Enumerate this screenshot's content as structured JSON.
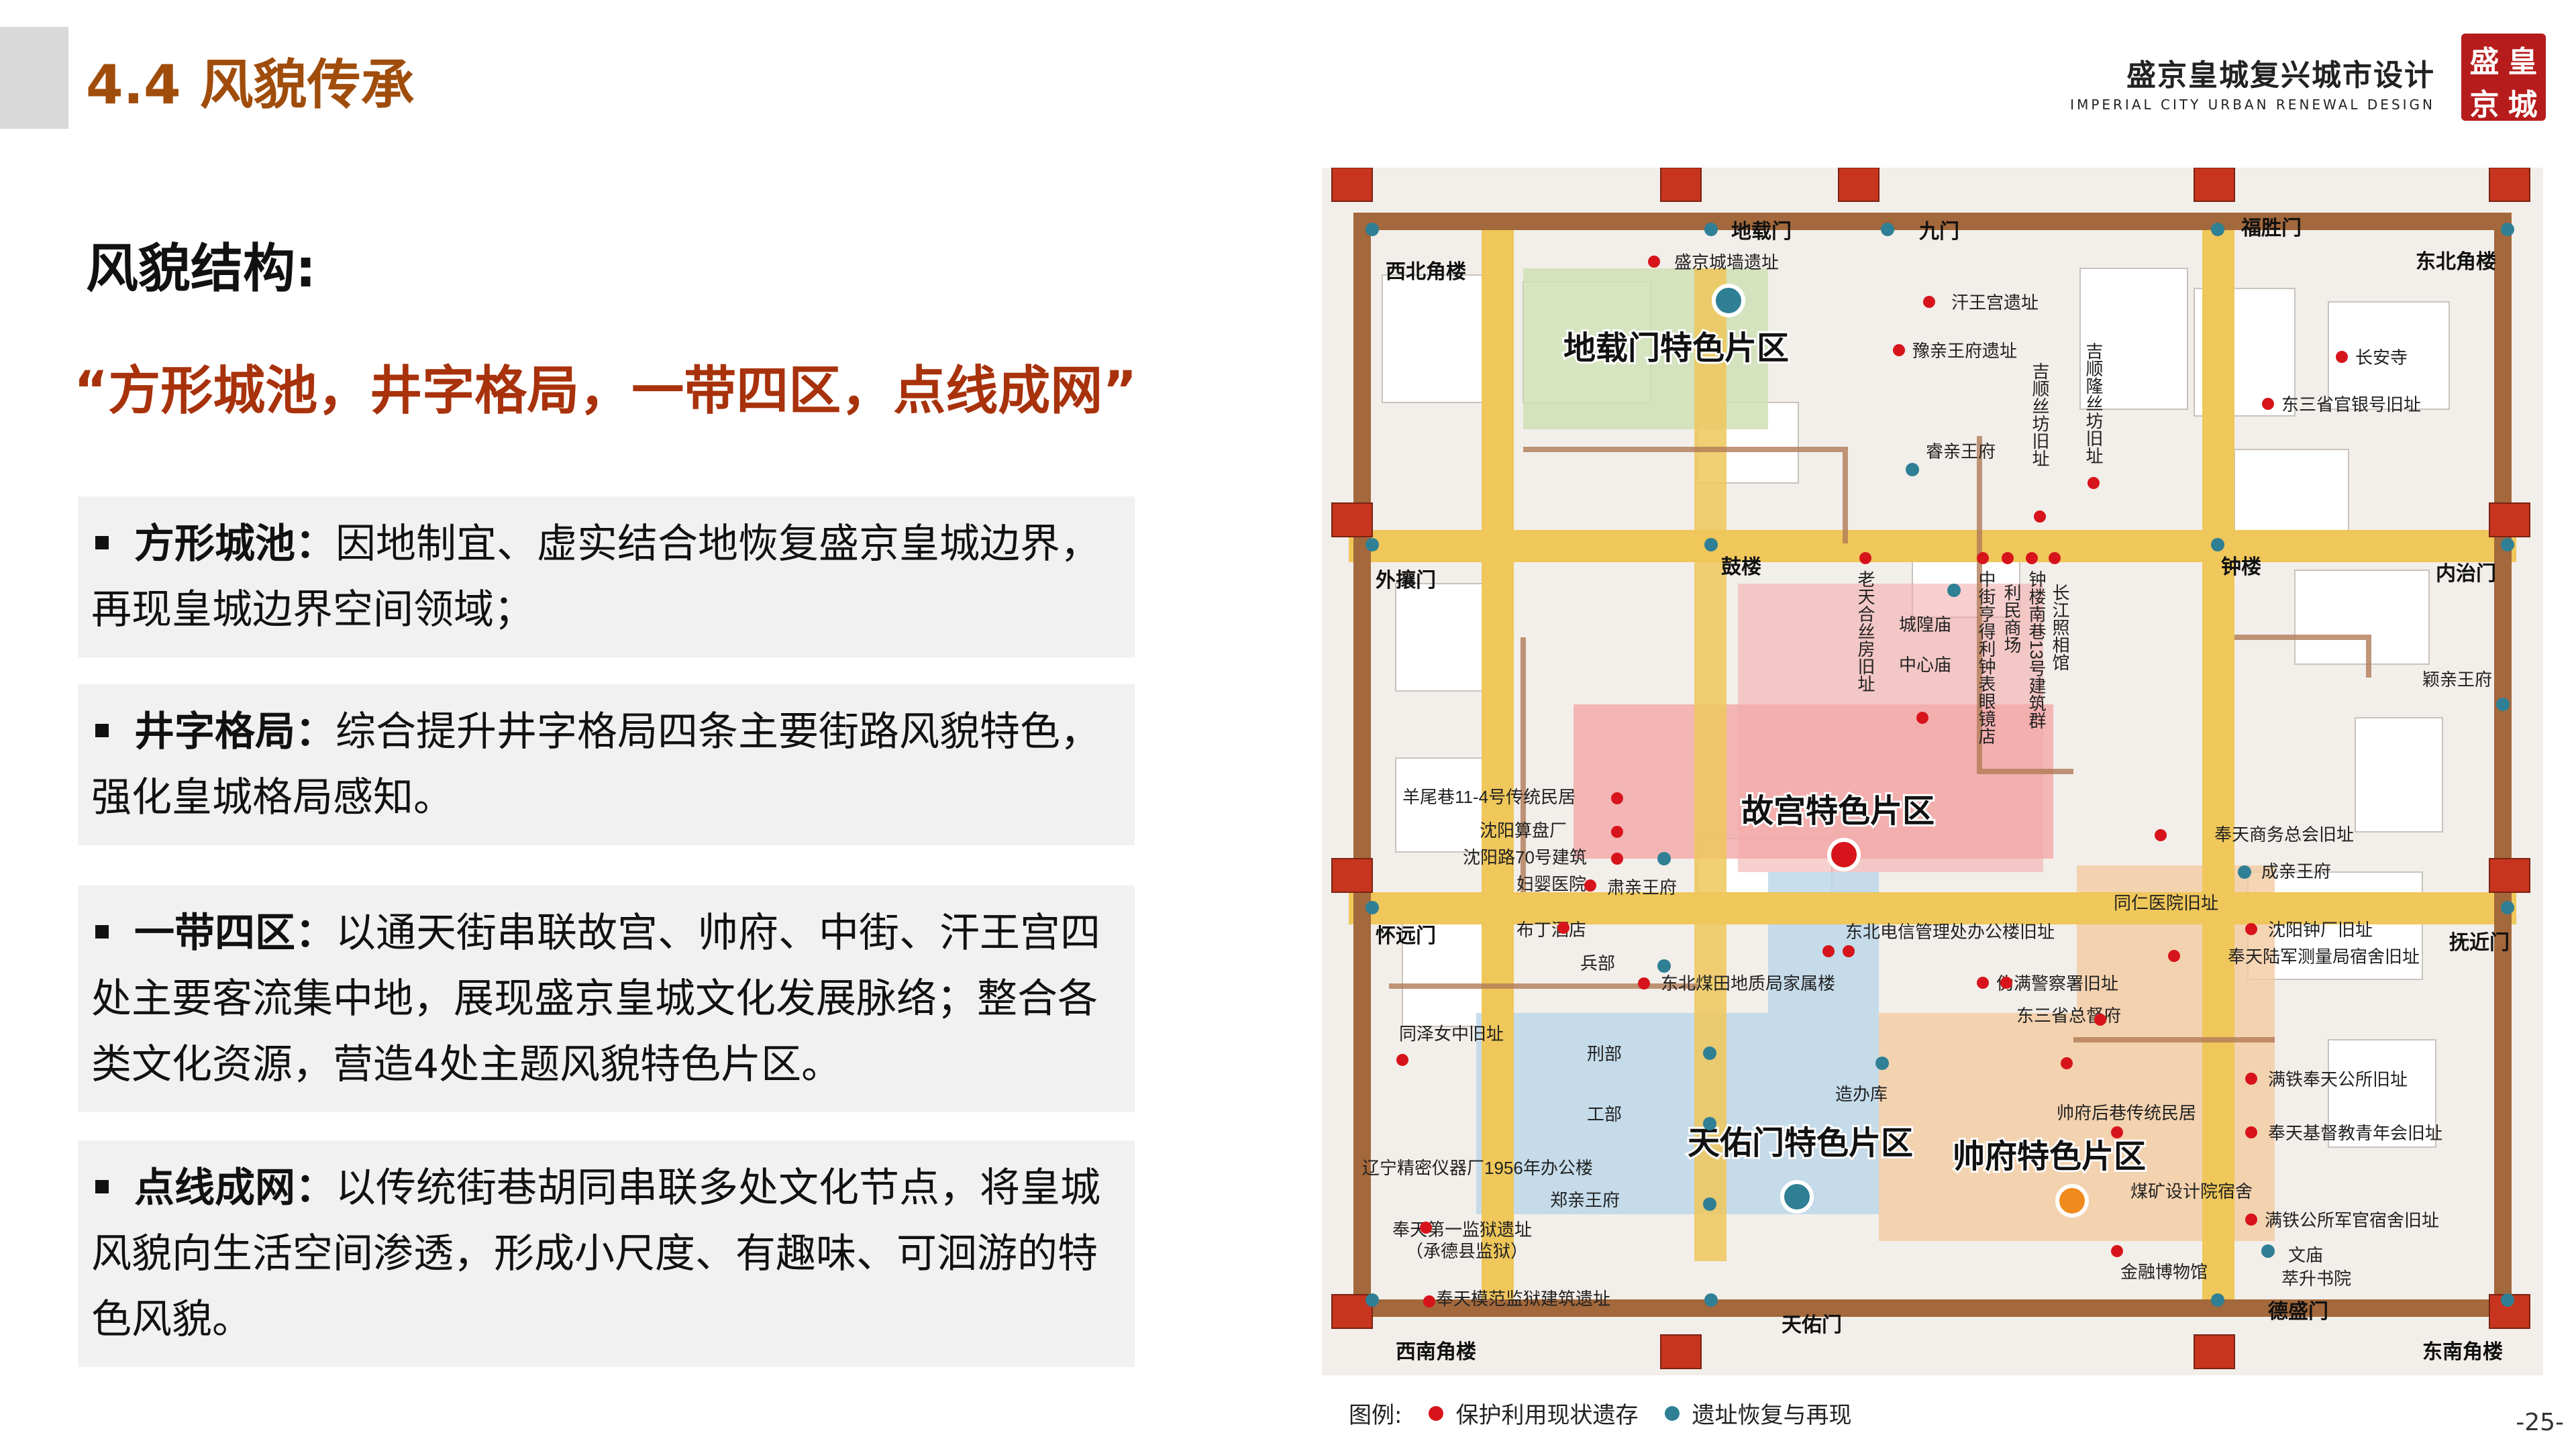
{
  "header": {
    "section_title": "4.4 风貌传承",
    "brand_cn": "盛京皇城复兴城市设计",
    "brand_en": "IMPERIAL CITY URBAN RENEWAL DESIGN",
    "seal_chars": [
      "盛",
      "皇",
      "京",
      "城"
    ]
  },
  "content": {
    "subhead": "风貌结构:",
    "motto": "“方形城池，井字格局，一带四区，点线成网”",
    "items": [
      {
        "term": "方形城池：",
        "text": "因地制宜、虚实结合地恢复盛京皇城边界，再现皇城边界空间领域；"
      },
      {
        "term": "井字格局：",
        "text": "综合提升井字格局四条主要街路风貌特色，强化皇城格局感知。"
      },
      {
        "term": "一带四区：",
        "text": "以通天街串联故宫、帅府、中街、汗王宫四处主要客流集中地，展现盛京皇城文化发展脉络；整合各类文化资源，营造4处主题风貌特色片区。"
      },
      {
        "term": "点线成网：",
        "text": "以传统街巷胡同串联多处文化节点，将皇城风貌向生活空间渗透，形成小尺度、有趣味、可洄游的特色风貌。"
      }
    ]
  },
  "map": {
    "districts": [
      {
        "name": "地载门特色片区"
      },
      {
        "name": "故宫特色片区"
      },
      {
        "name": "天佑门特色片区"
      },
      {
        "name": "帅府特色片区"
      }
    ],
    "gates": [
      {
        "name": "西北角楼"
      },
      {
        "name": "地载门"
      },
      {
        "name": "九门"
      },
      {
        "name": "福胜门"
      },
      {
        "name": "东北角楼"
      },
      {
        "name": "外攘门"
      },
      {
        "name": "鼓楼"
      },
      {
        "name": "钟楼"
      },
      {
        "name": "内治门"
      },
      {
        "name": "怀远门"
      },
      {
        "name": "抚近门"
      },
      {
        "name": "西南角楼"
      },
      {
        "name": "天佑门"
      },
      {
        "name": "德盛门"
      },
      {
        "name": "东南角楼"
      }
    ],
    "heritage_labels": [
      "盛京城墙遗址",
      "汗王宫遗址",
      "豫亲王府遗址",
      "长安寺",
      "东三省官银号旧址",
      "睿亲王府",
      "城隍庙",
      "中心庙",
      "颖亲王府",
      "羊尾巷11-4号传统民居",
      "沈阳算盘厂",
      "沈阳路70号建筑",
      "妇婴医院",
      "肃亲王府",
      "奉天商务总会旧址",
      "成亲王府",
      "同仁医院旧址",
      "沈阳钟厂旧址",
      "奉天陆军测量局宿舍旧址",
      "布丁酒店",
      "东北电信管理处办公楼旧址",
      "兵部",
      "东北煤田地质局家属楼",
      "伪满警察署旧址",
      "东三省总督府",
      "同泽女中旧址",
      "刑部",
      "造办库",
      "工部",
      "满铁奉天公所旧址",
      "帅府后巷传统民居",
      "奉天基督教青年会旧址",
      "辽宁精密仪器厂1956年办公楼",
      "郑亲王府",
      "奉天第一监狱遗址",
      "（承德县监狱）",
      "煤矿设计院宿舍",
      "满铁公所军官宿舍旧址",
      "文庙",
      "萃升书院",
      "金融博物馆",
      "奉天模范监狱建筑遗址"
    ],
    "vertical_labels": [
      "吉顺丝坊旧址",
      "吉顺隆丝坊旧址",
      "老天合丝房旧址",
      "中街亨得利钟表眼镜店",
      "利民商场",
      "钟楼南巷13号建筑群",
      "长江照相馆"
    ]
  },
  "legend": {
    "prefix": "图例:",
    "red_label": "保护利用现状遗存",
    "blue_label": "遗址恢复与再现"
  },
  "page_number": "-25-",
  "colors": {
    "title": "#a04d0c",
    "motto": "#a8320c",
    "wall": "#a3683b",
    "road": "#efc75a",
    "red_dot": "#d7141b",
    "blue_dot": "#2f7f95",
    "district_green": "#cfe1b5",
    "district_red": "#f3a8a8",
    "district_blue": "#b9d6ea",
    "district_orange": "#f3caa0"
  }
}
